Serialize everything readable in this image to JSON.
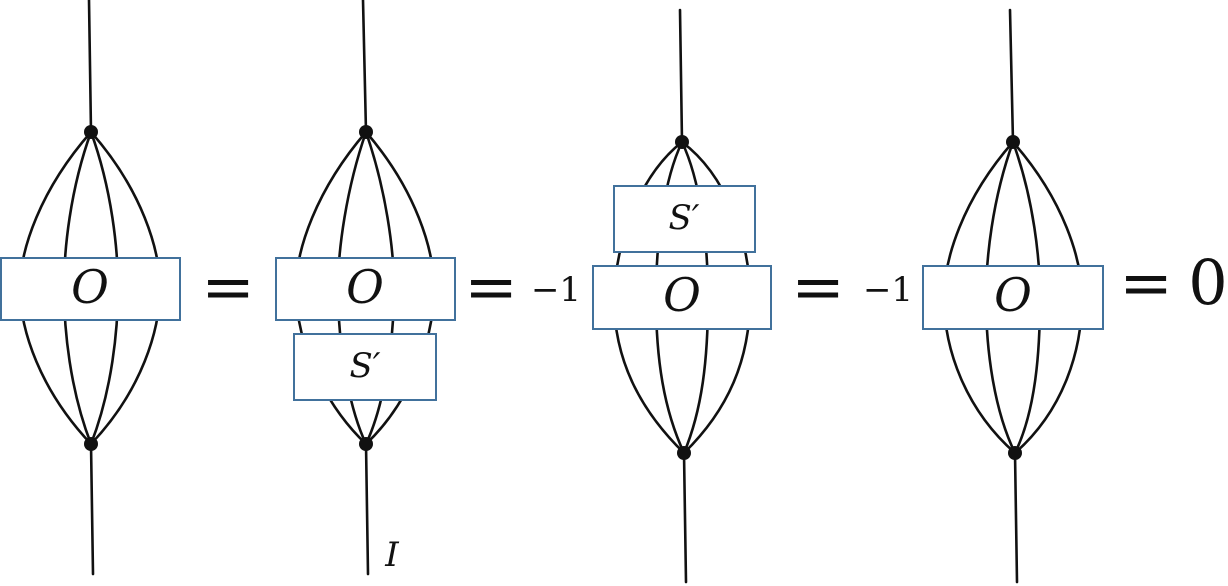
{
  "diagrams": [
    {
      "operator": "O"
    },
    {
      "operator": "O",
      "sub_operator": "S′",
      "leg_label": "I"
    },
    {
      "operator": "O",
      "sub_operator": "S′"
    },
    {
      "operator": "O"
    }
  ],
  "equals_sign": "=",
  "coefficient_1": "−1",
  "coefficient_2": "−1",
  "result": "0"
}
